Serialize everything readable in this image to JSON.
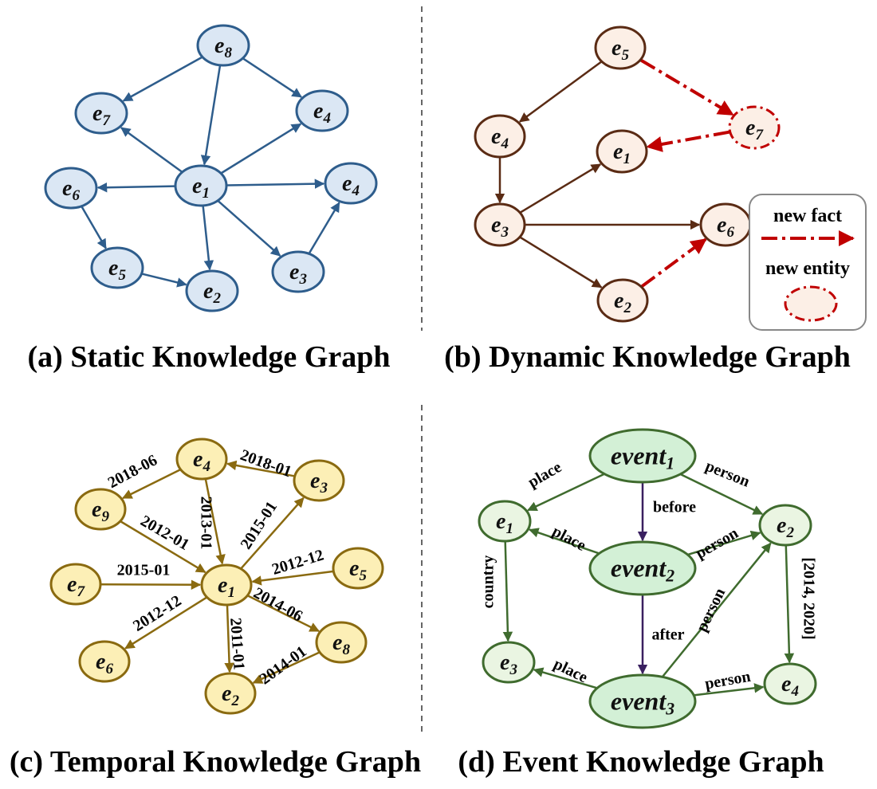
{
  "captions": {
    "a": "(a) Static Knowledge Graph",
    "b": "(b) Dynamic Knowledge Graph",
    "c": "(c) Temporal Knowledge Graph",
    "d": "(d) Event Knowledge Graph"
  },
  "colors": {
    "a": {
      "fill": "#dbe7f4",
      "stroke": "#2e5d8c",
      "edge": "#2e5d8c"
    },
    "b": {
      "fill": "#fcefe6",
      "stroke": "#5a2b14",
      "edge": "#5a2b14",
      "new": "#c00000"
    },
    "c": {
      "fill": "#fcefb6",
      "stroke": "#8a6a10",
      "edge": "#8a6a10"
    },
    "d": {
      "fill": "#eaf5e2",
      "eventFill": "#d3f0d6",
      "stroke": "#3f6b2e",
      "edge": "#3f6b2e",
      "temporal": "#3a2060"
    }
  },
  "legend": {
    "new_fact": "new fact",
    "new_entity": "new entity"
  },
  "graphs": {
    "a": {
      "nodes": [
        {
          "id": "e8",
          "base": "e",
          "sub": "8"
        },
        {
          "id": "e7",
          "base": "e",
          "sub": "7"
        },
        {
          "id": "e4a",
          "base": "e",
          "sub": "4"
        },
        {
          "id": "e6",
          "base": "e",
          "sub": "6"
        },
        {
          "id": "e1",
          "base": "e",
          "sub": "1"
        },
        {
          "id": "e4b",
          "base": "e",
          "sub": "4"
        },
        {
          "id": "e5",
          "base": "e",
          "sub": "5"
        },
        {
          "id": "e2",
          "base": "e",
          "sub": "2"
        },
        {
          "id": "e3",
          "base": "e",
          "sub": "3"
        }
      ],
      "edges": [
        {
          "from": "e8",
          "to": "e7"
        },
        {
          "from": "e8",
          "to": "e4a"
        },
        {
          "from": "e8",
          "to": "e1"
        },
        {
          "from": "e1",
          "to": "e7"
        },
        {
          "from": "e1",
          "to": "e4a"
        },
        {
          "from": "e1",
          "to": "e6"
        },
        {
          "from": "e1",
          "to": "e4b"
        },
        {
          "from": "e1",
          "to": "e2"
        },
        {
          "from": "e1",
          "to": "e3"
        },
        {
          "from": "e6",
          "to": "e5"
        },
        {
          "from": "e5",
          "to": "e2"
        },
        {
          "from": "e3",
          "to": "e4b"
        }
      ]
    },
    "b": {
      "nodes": [
        {
          "id": "e5",
          "base": "e",
          "sub": "5"
        },
        {
          "id": "e7",
          "base": "e",
          "sub": "7",
          "isNew": true
        },
        {
          "id": "e4",
          "base": "e",
          "sub": "4"
        },
        {
          "id": "e1",
          "base": "e",
          "sub": "1"
        },
        {
          "id": "e3",
          "base": "e",
          "sub": "3"
        },
        {
          "id": "e6",
          "base": "e",
          "sub": "6"
        },
        {
          "id": "e2",
          "base": "e",
          "sub": "2"
        }
      ],
      "edges": [
        {
          "from": "e5",
          "to": "e4"
        },
        {
          "from": "e4",
          "to": "e3"
        },
        {
          "from": "e3",
          "to": "e1"
        },
        {
          "from": "e3",
          "to": "e6"
        },
        {
          "from": "e3",
          "to": "e2"
        },
        {
          "from": "e5",
          "to": "e7",
          "isNew": true
        },
        {
          "from": "e7",
          "to": "e1",
          "isNew": true
        },
        {
          "from": "e2",
          "to": "e6",
          "isNew": true
        }
      ]
    },
    "c": {
      "nodes": [
        {
          "id": "e4",
          "base": "e",
          "sub": "4"
        },
        {
          "id": "e3",
          "base": "e",
          "sub": "3"
        },
        {
          "id": "e9",
          "base": "e",
          "sub": "9"
        },
        {
          "id": "e1",
          "base": "e",
          "sub": "1"
        },
        {
          "id": "e5",
          "base": "e",
          "sub": "5"
        },
        {
          "id": "e7",
          "base": "e",
          "sub": "7"
        },
        {
          "id": "e6",
          "base": "e",
          "sub": "6"
        },
        {
          "id": "e8",
          "base": "e",
          "sub": "8"
        },
        {
          "id": "e2",
          "base": "e",
          "sub": "2"
        }
      ],
      "edges": [
        {
          "from": "e4",
          "to": "e9",
          "label": "2018-06"
        },
        {
          "from": "e3",
          "to": "e4",
          "label": "2018-01"
        },
        {
          "from": "e9",
          "to": "e1",
          "label": "2012-01"
        },
        {
          "from": "e4",
          "to": "e1",
          "label": "2013-01"
        },
        {
          "from": "e1",
          "to": "e3",
          "label": "2015-01"
        },
        {
          "from": "e5",
          "to": "e1",
          "label": "2012-12"
        },
        {
          "from": "e7",
          "to": "e1",
          "label": "2015-01"
        },
        {
          "from": "e1",
          "to": "e6",
          "label": "2012-12"
        },
        {
          "from": "e1",
          "to": "e8",
          "label": "2014-06"
        },
        {
          "from": "e1",
          "to": "e2",
          "label": "2011-01"
        },
        {
          "from": "e8",
          "to": "e2",
          "label": "2014-01"
        }
      ]
    },
    "d": {
      "nodes": [
        {
          "id": "ev1",
          "base": "event",
          "sub": "1"
        },
        {
          "id": "ev2",
          "base": "event",
          "sub": "2"
        },
        {
          "id": "ev3",
          "base": "event",
          "sub": "3"
        },
        {
          "id": "e1",
          "base": "e",
          "sub": "1"
        },
        {
          "id": "e2",
          "base": "e",
          "sub": "2"
        },
        {
          "id": "e3",
          "base": "e",
          "sub": "3"
        },
        {
          "id": "e4",
          "base": "e",
          "sub": "4"
        }
      ],
      "edges": [
        {
          "from": "ev1",
          "to": "e1",
          "label": "place"
        },
        {
          "from": "ev1",
          "to": "e2",
          "label": "person"
        },
        {
          "from": "ev1",
          "to": "ev2",
          "label": "before",
          "temporal": true
        },
        {
          "from": "ev2",
          "to": "e1",
          "label": "place"
        },
        {
          "from": "ev2",
          "to": "e2",
          "label": "person"
        },
        {
          "from": "ev2",
          "to": "ev3",
          "label": "after",
          "temporal": true
        },
        {
          "from": "ev3",
          "to": "e2",
          "label": "person"
        },
        {
          "from": "ev3",
          "to": "e3",
          "label": "place"
        },
        {
          "from": "ev3",
          "to": "e4",
          "label": "person"
        },
        {
          "from": "e1",
          "to": "e3",
          "label": "country"
        },
        {
          "from": "e2",
          "to": "e4",
          "label": "[2014, 2020]"
        }
      ]
    }
  }
}
